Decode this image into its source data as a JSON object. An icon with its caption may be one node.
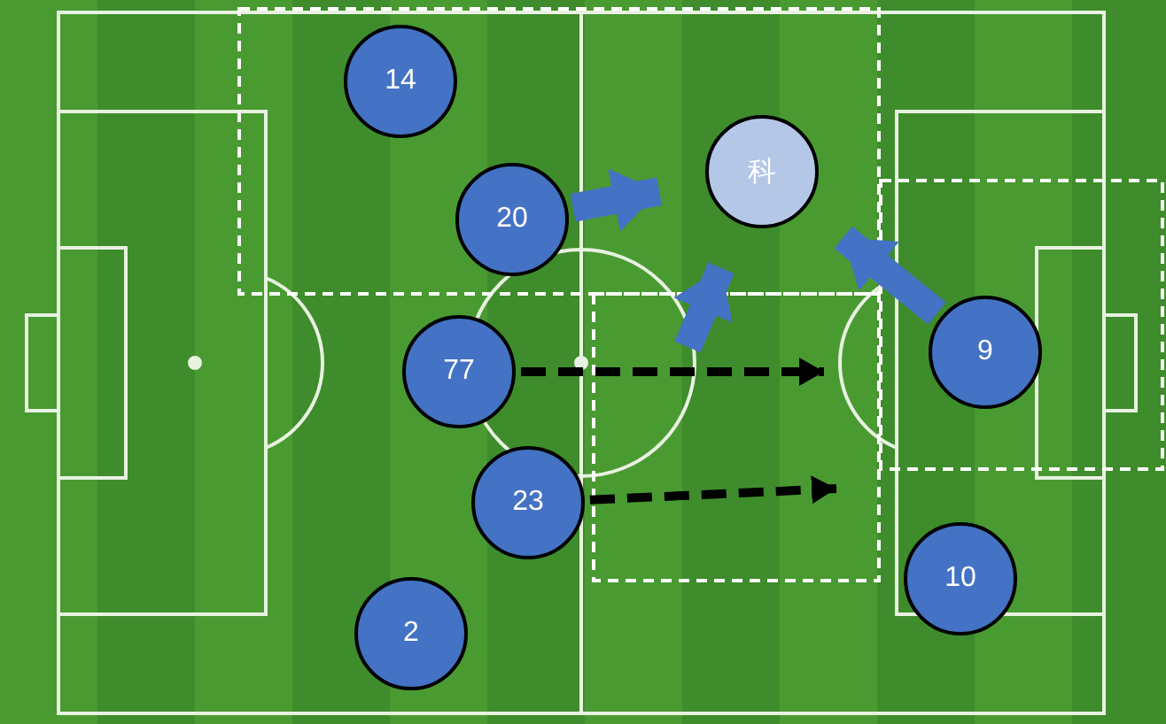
{
  "diagram": {
    "nodes": [
      {
        "text": [
          "14"
        ]
      },
      {
        "text": [
          "科"
        ]
      },
      {
        "text": [
          "20"
        ]
      },
      {
        "text": [
          "9"
        ]
      },
      {
        "text": [
          "77"
        ]
      },
      {
        "text": [
          "23"
        ]
      },
      {
        "text": [
          "10"
        ]
      },
      {
        "text": [
          "2"
        ]
      }
    ],
    "edges": [
      {
        "from": 2,
        "to": 1,
        "arrow": "to"
      },
      {
        "from": null,
        "to": 1,
        "arrow": "to"
      },
      {
        "from": 3,
        "to": 1,
        "arrow": "to"
      },
      {
        "from": 4,
        "to": null,
        "arrow": "to",
        "style": "dashed",
        "color": "#000000"
      },
      {
        "from": 5,
        "to": null,
        "arrow": "to",
        "style": "dashed",
        "color": "#000000"
      }
    ]
  }
}
